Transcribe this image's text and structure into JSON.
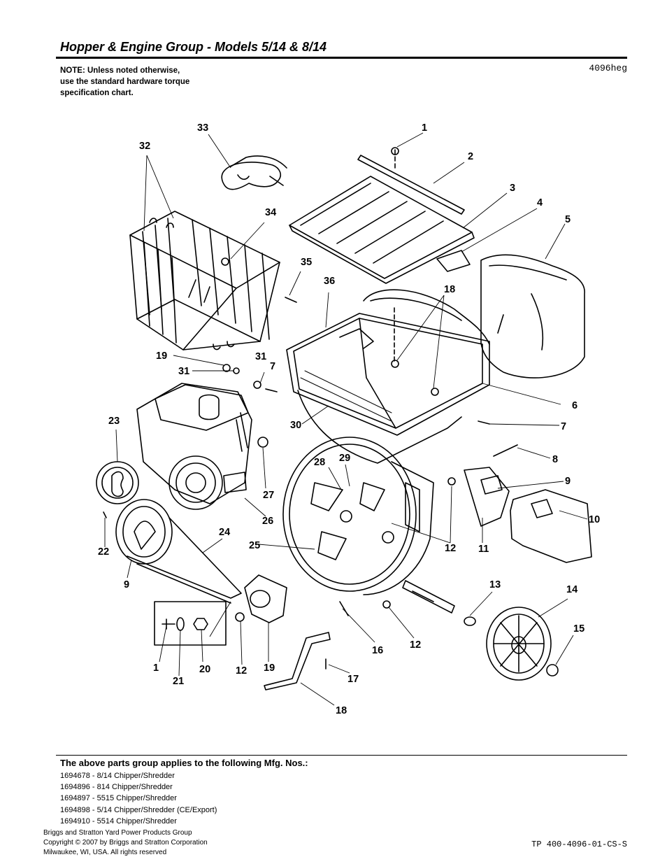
{
  "header": {
    "title": "Hopper & Engine Group - Models 5/14 & 8/14",
    "note_lines": [
      "NOTE: Unless noted otherwise,",
      "use the standard hardware torque",
      "specification chart."
    ],
    "drawing_code": "4096heg"
  },
  "diagram": {
    "callouts": [
      "33",
      "1",
      "32",
      "2",
      "3",
      "4",
      "5",
      "34",
      "35",
      "36",
      "18",
      "19",
      "31",
      "31",
      "7",
      "6",
      "7",
      "23",
      "30",
      "8",
      "28",
      "29",
      "27",
      "9",
      "26",
      "10",
      "24",
      "12",
      "11",
      "22",
      "25",
      "9",
      "13",
      "14",
      "15",
      "1",
      "20",
      "12",
      "19",
      "16",
      "12",
      "17",
      "21",
      "18"
    ]
  },
  "applies": {
    "heading": "The above parts group applies to the following Mfg. Nos.:",
    "items": [
      "1694678 - 8/14 Chipper/Shredder",
      "1694896 - 814 Chipper/Shredder",
      "1694897 - 5515 Chipper/Shredder",
      "1694898 - 5/14 Chipper/Shredder (CE/Export)",
      "1694910 - 5514 Chipper/Shredder"
    ]
  },
  "footer": {
    "company_lines": [
      "Briggs and Stratton Yard Power Products Group",
      "Copyright ©  2007 by Briggs and Stratton Corporation",
      "Milwaukee, WI, USA. All rights reserved"
    ],
    "doc_number": "TP 400-4096-01-CS-S"
  }
}
